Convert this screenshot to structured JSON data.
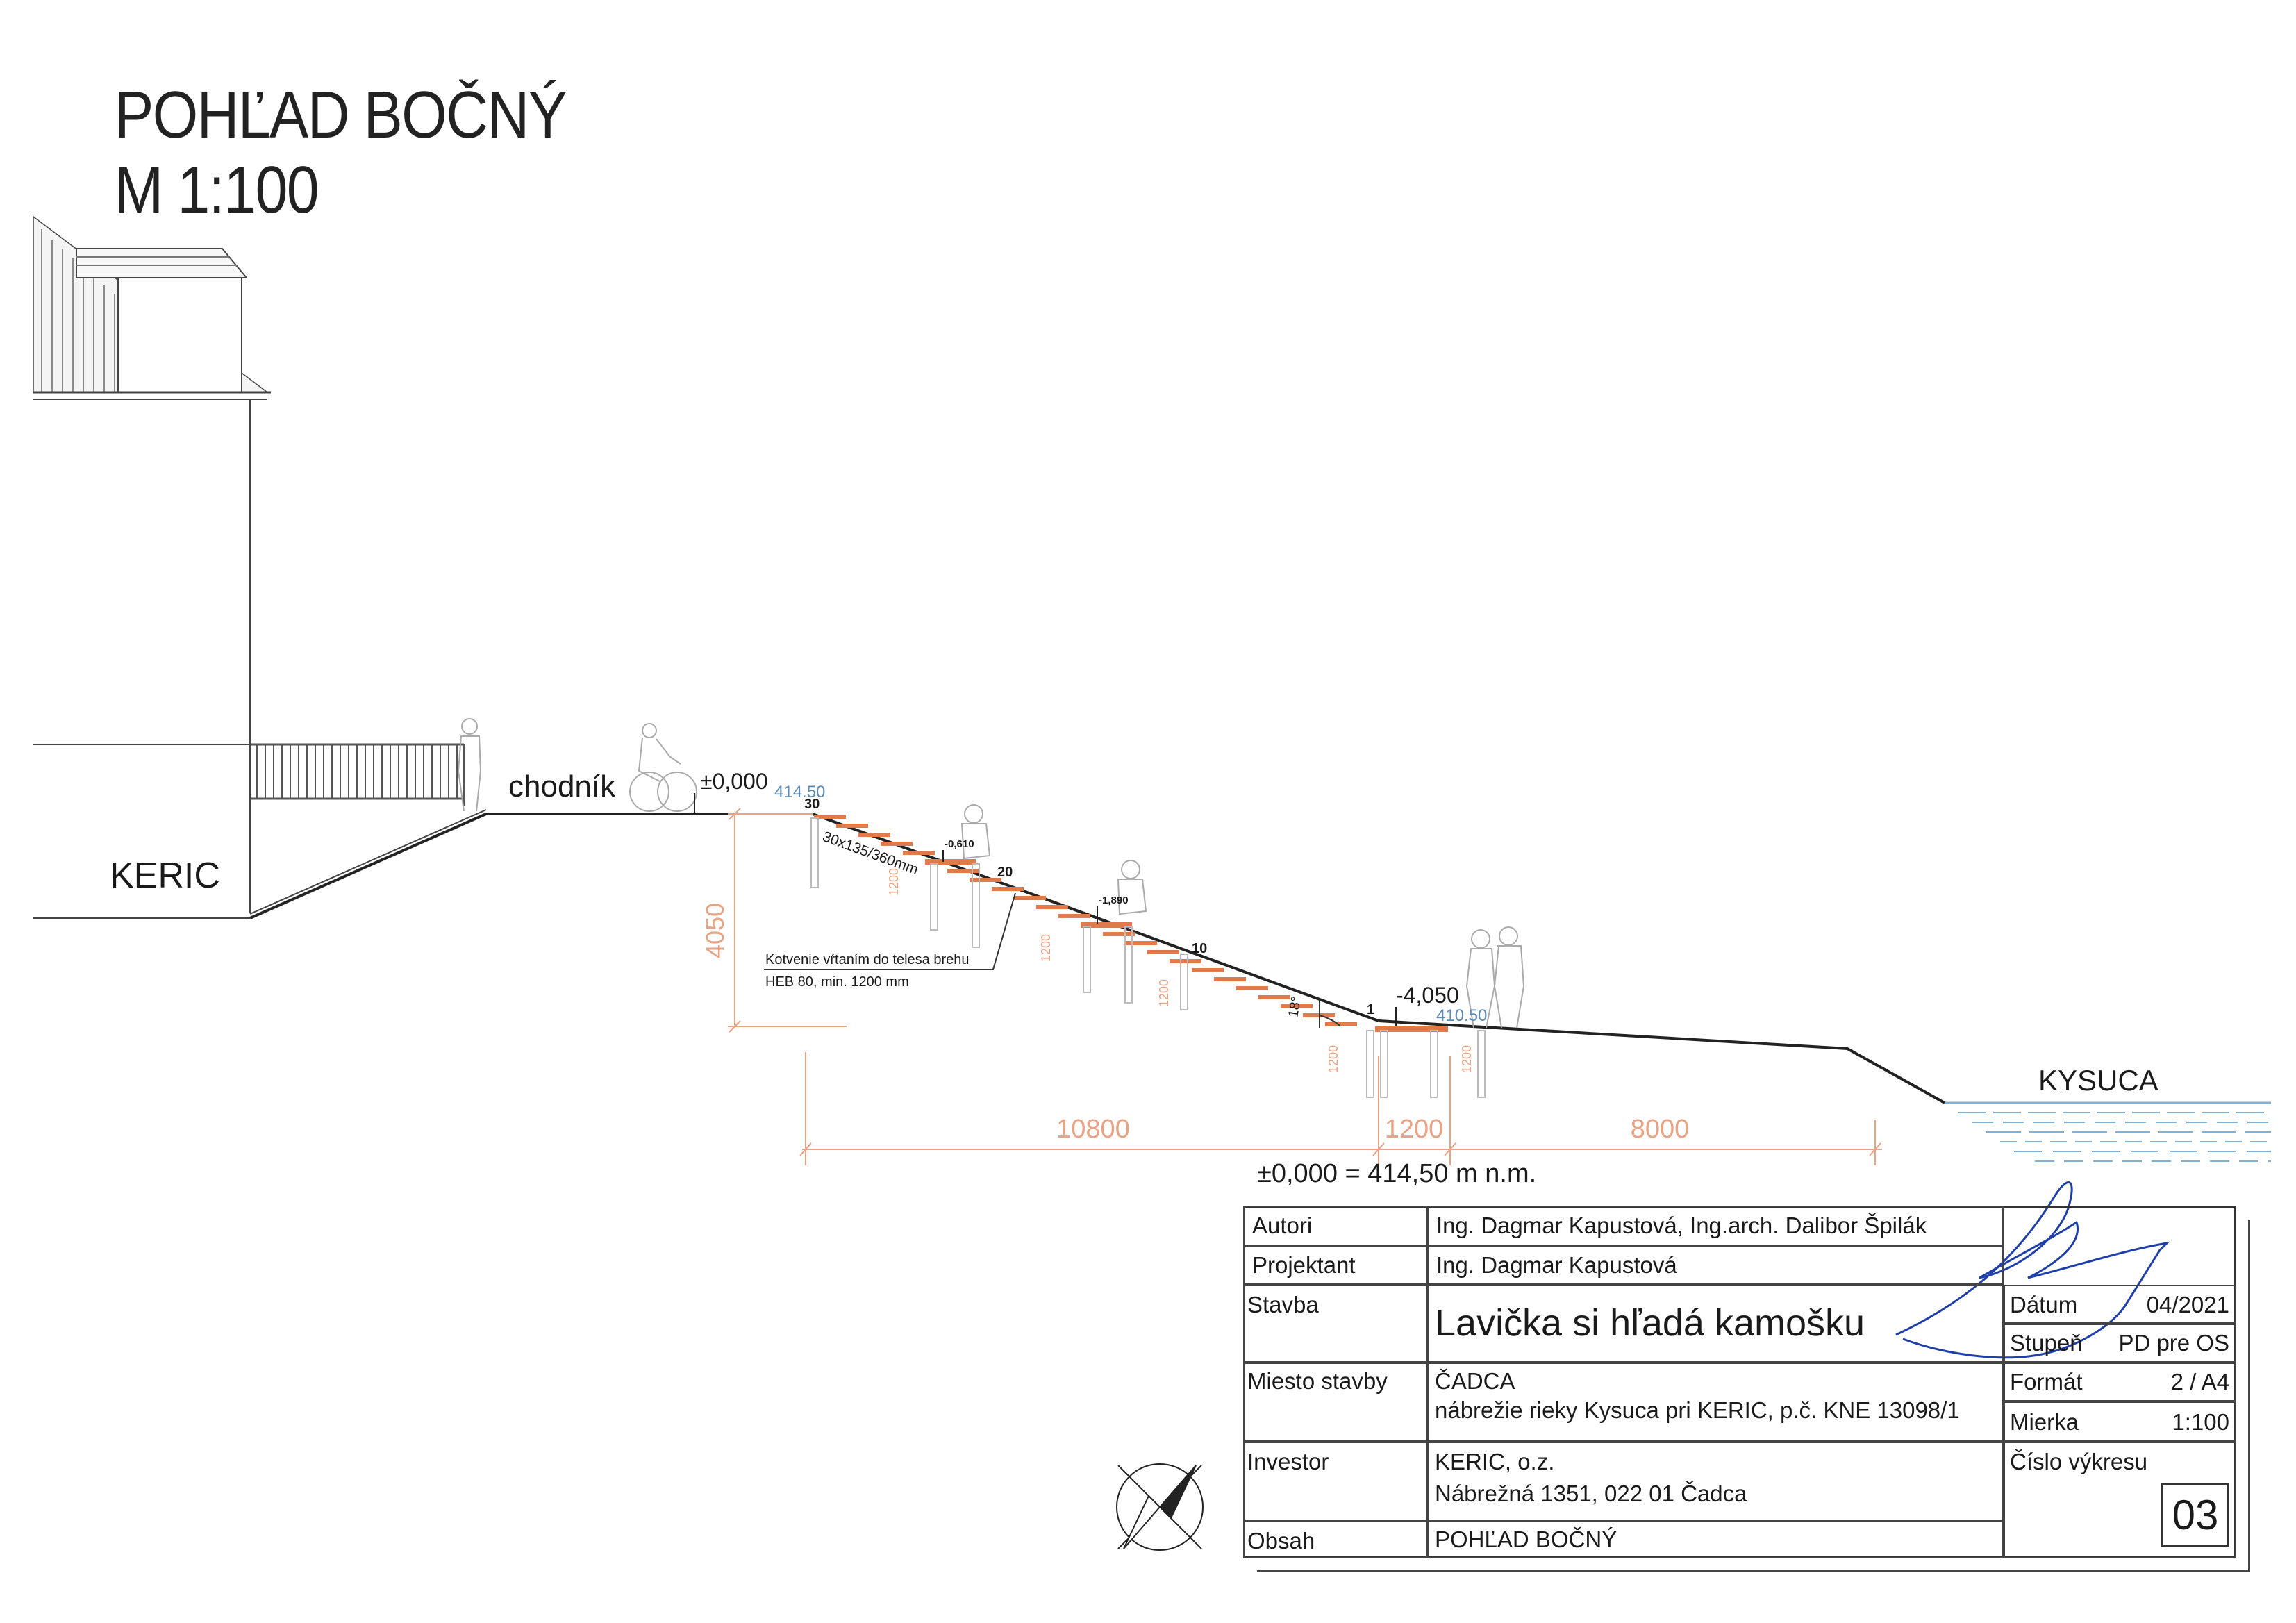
{
  "drawing": {
    "title": "POHĽAD BOČNÝ",
    "scale": "M 1:100",
    "labels": {
      "building": "KERIC",
      "sidewalk": "chodník",
      "river": "KYSUCA",
      "profile": "30x135/360mm",
      "anchor_line1": "Kotvenie vŕtaním do telesa brehu",
      "anchor_line2": "HEB 80, min. 1200 mm",
      "datum_note": "±0,000 = 414,50 m n.m."
    },
    "levels": [
      {
        "relative": "±0,000",
        "absolute": "414.50"
      },
      {
        "relative": "-0,610",
        "absolute": ""
      },
      {
        "relative": "-1,890",
        "absolute": ""
      },
      {
        "relative": "-4,050",
        "absolute": "410.50"
      }
    ],
    "step_numbers": [
      "30",
      "20",
      "10",
      "1"
    ],
    "angle": "18°",
    "dimensions": {
      "height": "4050",
      "horizontal": [
        "10800",
        "1200",
        "8000"
      ],
      "pile_depth": "1200"
    }
  },
  "title_block": {
    "rows": [
      {
        "label": "Autori",
        "value": "Ing. Dagmar Kapustová, Ing.arch. Dalibor Špilák"
      },
      {
        "label": "Projektant",
        "value": "Ing. Dagmar Kapustová"
      },
      {
        "label": "Stavba",
        "value": "Lavička si hľadá kamošku"
      },
      {
        "label": "Miesto stavby",
        "value": "ČADCA",
        "value2": "nábrežie rieky Kysuca pri KERIC, p.č. KNE 13098/1"
      },
      {
        "label": "Investor",
        "value": "KERIC, o.z.",
        "value2": "Nábrežná 1351, 022 01 Čadca"
      },
      {
        "label": "Obsah",
        "value": "POHĽAD BOČNÝ"
      }
    ],
    "meta": [
      {
        "label": "Dátum",
        "value": "04/2021"
      },
      {
        "label": "Stupeň",
        "value": "PD pre OS"
      },
      {
        "label": "Formát",
        "value": "2 / A4"
      },
      {
        "label": "Mierka",
        "value": "1:100"
      }
    ],
    "sheet_label": "Číslo výkresu",
    "sheet_number": "03"
  },
  "colors": {
    "steel": "#e07a4a",
    "dimension": "#e8a284",
    "level": "#5b8bb6",
    "water": "#7fb2d6",
    "signature": "#1f3fa8"
  }
}
